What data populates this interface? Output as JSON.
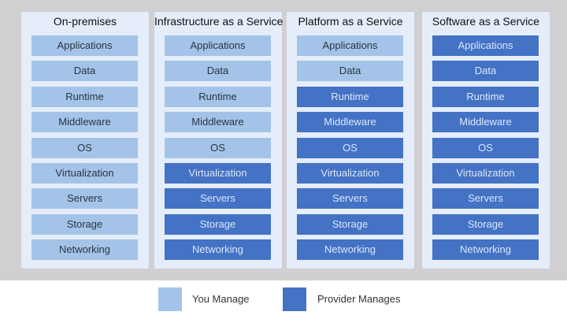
{
  "columns": [
    {
      "title": "On-premises",
      "layers": [
        {
          "label": "Applications",
          "managed_by": "you"
        },
        {
          "label": "Data",
          "managed_by": "you"
        },
        {
          "label": "Runtime",
          "managed_by": "you"
        },
        {
          "label": "Middleware",
          "managed_by": "you"
        },
        {
          "label": "OS",
          "managed_by": "you"
        },
        {
          "label": "Virtualization",
          "managed_by": "you"
        },
        {
          "label": "Servers",
          "managed_by": "you"
        },
        {
          "label": "Storage",
          "managed_by": "you"
        },
        {
          "label": "Networking",
          "managed_by": "you"
        }
      ]
    },
    {
      "title": "Infrastructure as a Service",
      "layers": [
        {
          "label": "Applications",
          "managed_by": "you"
        },
        {
          "label": "Data",
          "managed_by": "you"
        },
        {
          "label": "Runtime",
          "managed_by": "you"
        },
        {
          "label": "Middleware",
          "managed_by": "you"
        },
        {
          "label": "OS",
          "managed_by": "you"
        },
        {
          "label": "Virtualization",
          "managed_by": "provider"
        },
        {
          "label": "Servers",
          "managed_by": "provider"
        },
        {
          "label": "Storage",
          "managed_by": "provider"
        },
        {
          "label": "Networking",
          "managed_by": "provider"
        }
      ]
    },
    {
      "title": "Platform as a Service",
      "layers": [
        {
          "label": "Applications",
          "managed_by": "you"
        },
        {
          "label": "Data",
          "managed_by": "you"
        },
        {
          "label": "Runtime",
          "managed_by": "provider"
        },
        {
          "label": "Middleware",
          "managed_by": "provider"
        },
        {
          "label": "OS",
          "managed_by": "provider"
        },
        {
          "label": "Virtualization",
          "managed_by": "provider"
        },
        {
          "label": "Servers",
          "managed_by": "provider"
        },
        {
          "label": "Storage",
          "managed_by": "provider"
        },
        {
          "label": "Networking",
          "managed_by": "provider"
        }
      ]
    },
    {
      "title": "Software as a Service",
      "layers": [
        {
          "label": "Applications",
          "managed_by": "provider"
        },
        {
          "label": "Data",
          "managed_by": "provider"
        },
        {
          "label": "Runtime",
          "managed_by": "provider"
        },
        {
          "label": "Middleware",
          "managed_by": "provider"
        },
        {
          "label": "OS",
          "managed_by": "provider"
        },
        {
          "label": "Virtualization",
          "managed_by": "provider"
        },
        {
          "label": "Servers",
          "managed_by": "provider"
        },
        {
          "label": "Storage",
          "managed_by": "provider"
        },
        {
          "label": "Networking",
          "managed_by": "provider"
        }
      ]
    }
  ],
  "legend": {
    "you_label": "You Manage",
    "provider_label": "Provider Manages"
  },
  "colors": {
    "you": "#a3c4e8",
    "provider": "#4472c4",
    "column_bg": "#e4edf9",
    "background": "#d0cfd2"
  }
}
